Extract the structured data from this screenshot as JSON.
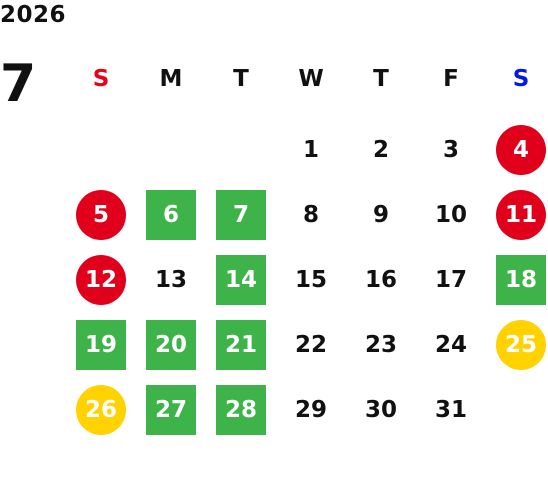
{
  "calendar": {
    "year": "2026",
    "month": "7",
    "colors": {
      "sunday_label": "#e8001c",
      "saturday_label": "#0019e8",
      "red_circle": "#e0001b",
      "green_box": "#3db34a",
      "yellow_circle": "#ffd200"
    },
    "weekdays": [
      "S",
      "M",
      "T",
      "W",
      "T",
      "F",
      "S"
    ],
    "weeks": [
      [
        null,
        null,
        null,
        {
          "d": "1"
        },
        {
          "d": "2"
        },
        {
          "d": "3"
        },
        {
          "d": "4",
          "style": "red"
        }
      ],
      [
        {
          "d": "5",
          "style": "red"
        },
        {
          "d": "6",
          "style": "green"
        },
        {
          "d": "7",
          "style": "green"
        },
        {
          "d": "8"
        },
        {
          "d": "9"
        },
        {
          "d": "10"
        },
        {
          "d": "11",
          "style": "red"
        }
      ],
      [
        {
          "d": "12",
          "style": "red"
        },
        {
          "d": "13"
        },
        {
          "d": "14",
          "style": "green"
        },
        {
          "d": "15"
        },
        {
          "d": "16"
        },
        {
          "d": "17"
        },
        {
          "d": "18",
          "style": "green"
        }
      ],
      [
        {
          "d": "19",
          "style": "green"
        },
        {
          "d": "20",
          "style": "green"
        },
        {
          "d": "21",
          "style": "green"
        },
        {
          "d": "22"
        },
        {
          "d": "23"
        },
        {
          "d": "24"
        },
        {
          "d": "25",
          "style": "yellow"
        }
      ],
      [
        {
          "d": "26",
          "style": "yellow"
        },
        {
          "d": "27",
          "style": "green"
        },
        {
          "d": "28",
          "style": "green"
        },
        {
          "d": "29"
        },
        {
          "d": "30"
        },
        {
          "d": "31"
        },
        null
      ]
    ]
  }
}
